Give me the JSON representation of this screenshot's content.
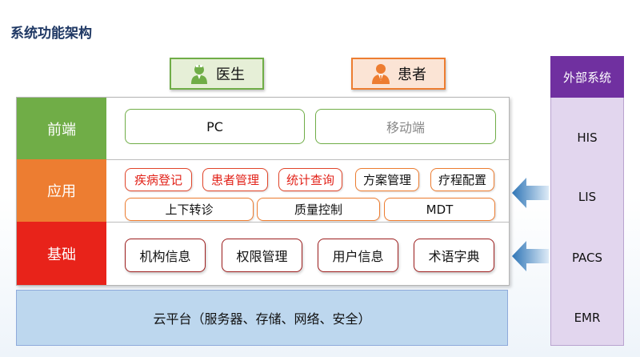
{
  "title": "系统功能架构",
  "roles": {
    "doctor": "医生",
    "patient": "患者"
  },
  "layers": {
    "front": {
      "label": "前端",
      "items": [
        "PC",
        "移动端"
      ]
    },
    "app": {
      "label": "应用",
      "row1": [
        "疾病登记",
        "患者管理",
        "统计查询",
        "方案管理",
        "疗程配置"
      ],
      "row2": [
        "上下转诊",
        "质量控制",
        "MDT"
      ]
    },
    "base": {
      "label": "基础",
      "items": [
        "机构信息",
        "权限管理",
        "用户信息",
        "术语字典"
      ]
    }
  },
  "cloud": "云平台（服务器、存储、网络、安全）",
  "external": {
    "title": "外部系统",
    "items": [
      "HIS",
      "LIS",
      "PACS",
      "EMR"
    ]
  },
  "colors": {
    "front": "#70ad47",
    "app": "#ed7d31",
    "base": "#e8231a",
    "cloud": "#bdd7ee",
    "external_header": "#7030a0",
    "external_body": "#e2d6ee",
    "arrow": "#5b9bd5"
  },
  "icons": [
    "doctor-icon",
    "patient-icon",
    "arrow-left-icon"
  ]
}
